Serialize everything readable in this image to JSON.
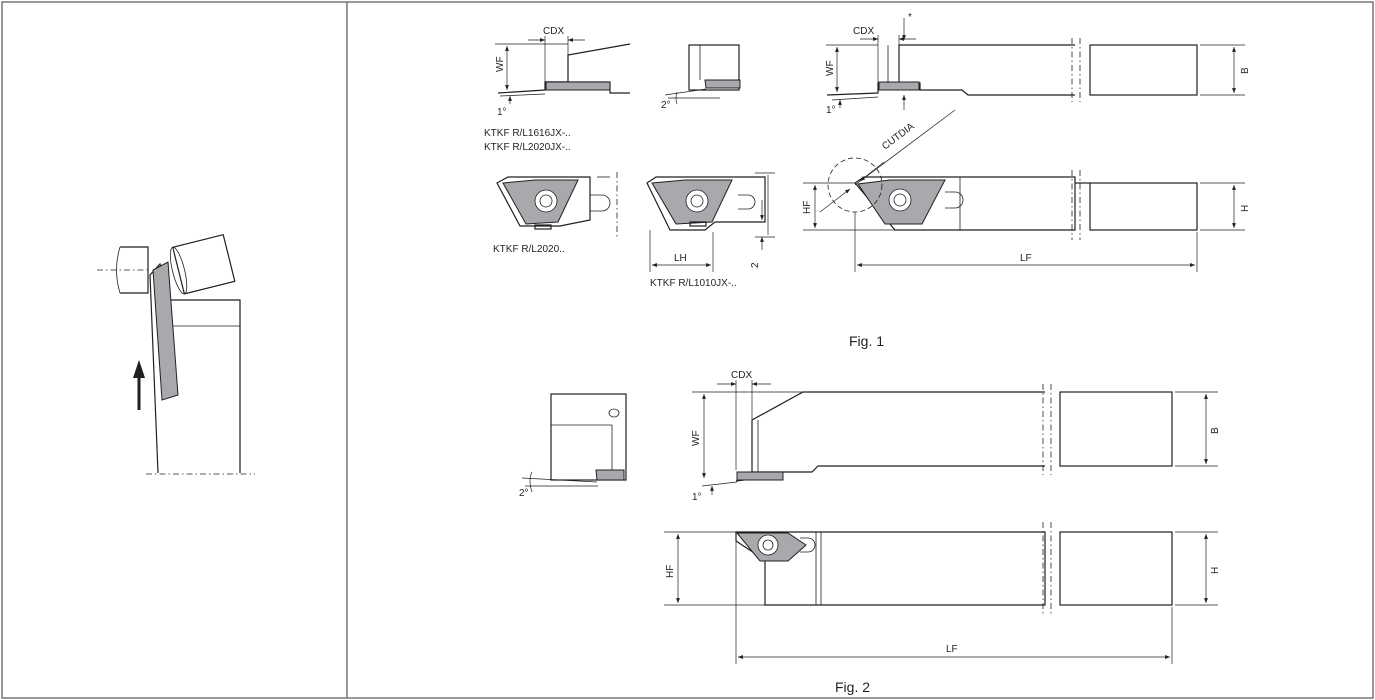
{
  "labels": {
    "cdx": "CDX",
    "wf": "WF",
    "b": "B",
    "h": "H",
    "hf": "HF",
    "lf": "LF",
    "lh": "LH",
    "cutdia": "CUTDIA",
    "two": "2",
    "star": "*"
  },
  "angles": {
    "one": "1°",
    "two": "2°"
  },
  "models": {
    "m1616": "KTKF R/L1616JX-..",
    "m2020jx": "KTKF R/L2020JX-..",
    "m2020": "KTKF R/L2020..",
    "m1010": "KTKF R/L1010JX-.."
  },
  "figures": {
    "fig1": "Fig. 1",
    "fig2": "Fig. 2"
  },
  "colors": {
    "insert": "#a7a9ac",
    "line": "#231f20",
    "frame": "#777777"
  }
}
